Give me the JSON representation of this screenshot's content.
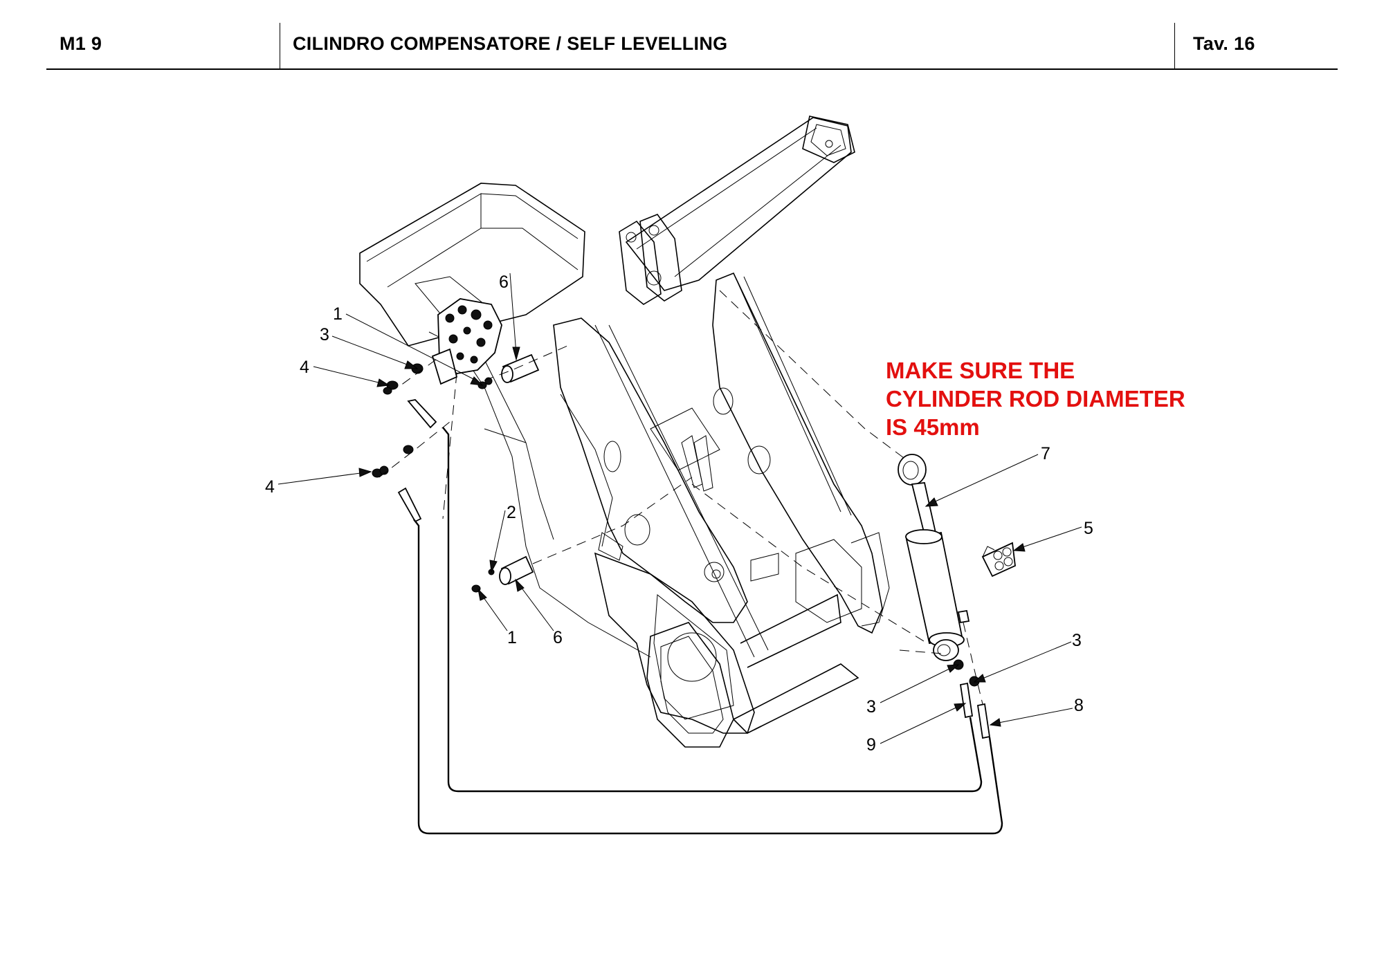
{
  "header": {
    "code": "M1 9",
    "title": "CILINDRO COMPENSATORE / SELF LEVELLING",
    "table_ref": "Tav.  16"
  },
  "warning": {
    "lines": [
      "MAKE SURE THE",
      "CYLINDER ROD DIAMETER",
      "IS 45mm"
    ],
    "color": "#e3100f"
  },
  "callouts": [
    {
      "id": "c1a",
      "label": "1"
    },
    {
      "id": "c3a",
      "label": "3"
    },
    {
      "id": "c4a",
      "label": "4"
    },
    {
      "id": "c4b",
      "label": "4"
    },
    {
      "id": "c6a",
      "label": "6"
    },
    {
      "id": "c2",
      "label": "2"
    },
    {
      "id": "c1b",
      "label": "1"
    },
    {
      "id": "c6b",
      "label": "6"
    },
    {
      "id": "c7",
      "label": "7"
    },
    {
      "id": "c5",
      "label": "5"
    },
    {
      "id": "c3b",
      "label": "3"
    },
    {
      "id": "c3c",
      "label": "3"
    },
    {
      "id": "c8",
      "label": "8"
    },
    {
      "id": "c9",
      "label": "9"
    }
  ],
  "parts": {
    "valve_block": "distributor-valve",
    "cylinder": "self-levelling-cylinder",
    "decal": "decal-188",
    "hoses": [
      "hydraulic-hose-outer",
      "hydraulic-hose-inner"
    ]
  }
}
